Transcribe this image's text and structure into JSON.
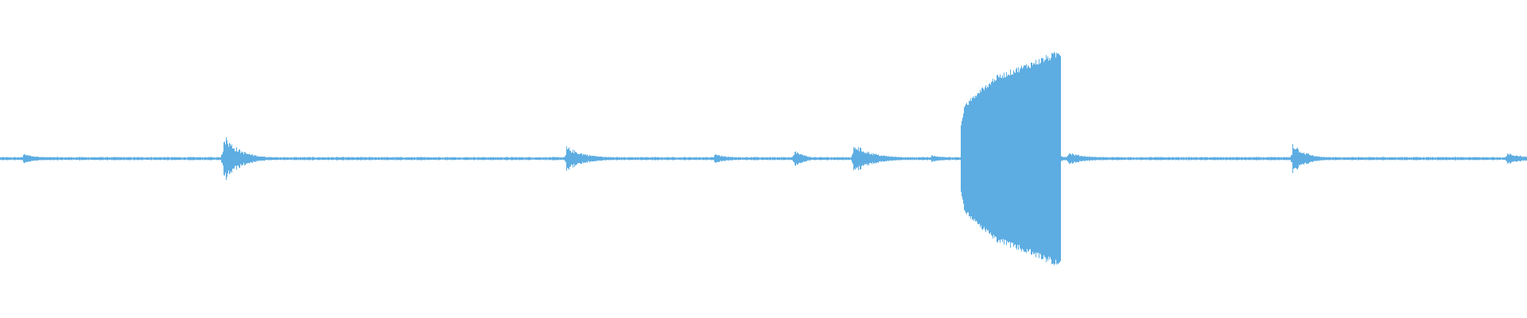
{
  "waveform": {
    "color": "#5dade2",
    "background": "#ffffff",
    "baseline_amplitude": 0.008,
    "events": [
      {
        "time": 0.0147,
        "amplitude": 0.03,
        "decay": 0.01
      },
      {
        "time": 0.146,
        "amplitude": 0.17,
        "decay": 0.01
      },
      {
        "time": 0.2788,
        "amplitude": 0.01,
        "decay": 0.005
      },
      {
        "time": 0.3708,
        "amplitude": 0.08,
        "decay": 0.012
      },
      {
        "time": 0.4672,
        "amplitude": 0.03,
        "decay": 0.01
      },
      {
        "time": 0.5198,
        "amplitude": 0.06,
        "decay": 0.006
      },
      {
        "time": 0.5587,
        "amplitude": 0.1,
        "decay": 0.012
      },
      {
        "time": 0.6097,
        "amplitude": 0.02,
        "decay": 0.01
      },
      {
        "time": 0.699,
        "amplitude": 0.04,
        "decay": 0.012
      },
      {
        "time": 0.8463,
        "amplitude": 0.11,
        "decay": 0.008
      },
      {
        "time": 0.9049,
        "amplitude": 0.01,
        "decay": 0.004
      },
      {
        "time": 0.9866,
        "amplitude": 0.04,
        "decay": 0.01
      }
    ],
    "burst": {
      "start": 0.6288,
      "end": 0.6945,
      "start_amplitude": 0.44,
      "end_amplitude": 0.7
    }
  }
}
